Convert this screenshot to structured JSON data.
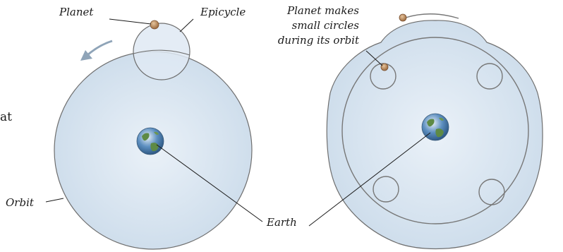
{
  "labels": {
    "planet": "Planet",
    "epicycle": "Epicycle",
    "orbit": "Orbit",
    "earth": "Earth",
    "planet_makes_line1": "Planet makes",
    "planet_makes_line2": "small circles",
    "planet_makes_line3": "during its orbit"
  },
  "margin_text": {
    "fragment_1": "at"
  },
  "colors": {
    "orbit_fill": "#dbe7f2",
    "orbit_stroke": "#6e6e6e",
    "planet": "#b8865a",
    "motion_arrow": "#8fa4b8",
    "earth_ocean": "#4a7fb5",
    "earth_land": "#5e8a45"
  },
  "icons": {
    "motion": "curved-arrow-icon"
  }
}
